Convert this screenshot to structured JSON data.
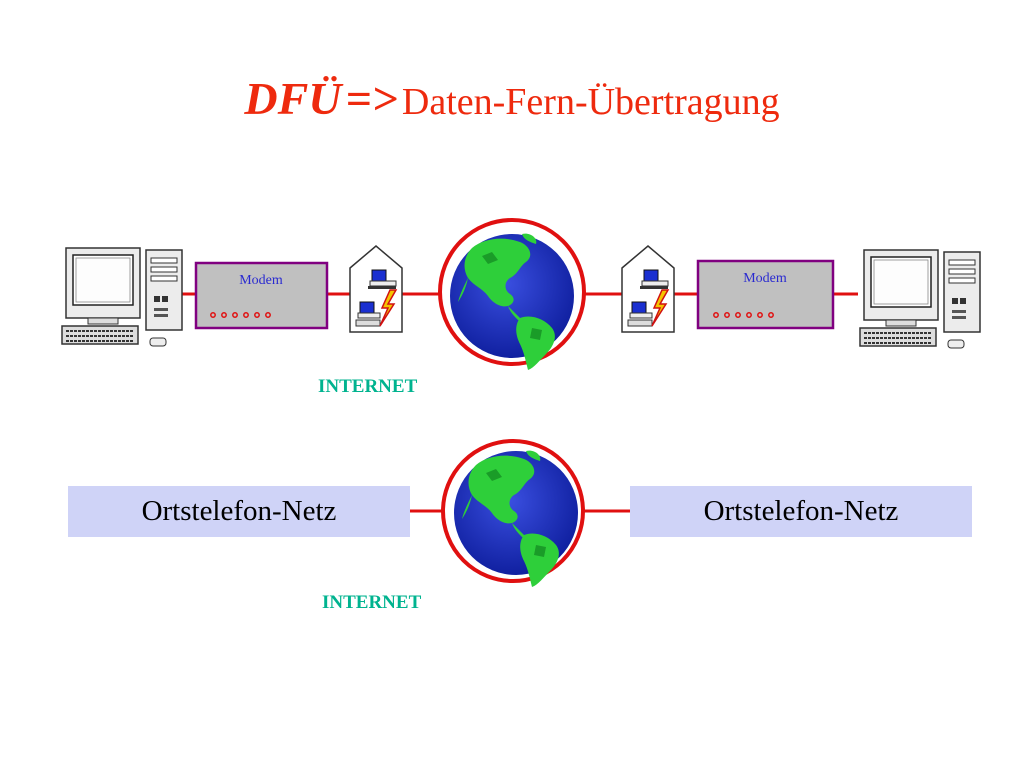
{
  "title": {
    "abbr": "DFÜ",
    "arrow": "=>",
    "full": "Daten-Fern-Übertragung"
  },
  "top_diagram": {
    "left_modem_label": "Modem",
    "right_modem_label": "Modem",
    "network_label": "INTERNET"
  },
  "bottom_diagram": {
    "left_box": "Ortstelefon-Netz",
    "right_box": "Ortstelefon-Netz",
    "network_label": "INTERNET"
  },
  "colors": {
    "title": "#ee2a0e",
    "link_line": "#e01010",
    "network_label": "#00b38f",
    "box_fill": "#cfd3f7",
    "modem_fill": "#c0c0c0",
    "modem_border": "#800080"
  }
}
